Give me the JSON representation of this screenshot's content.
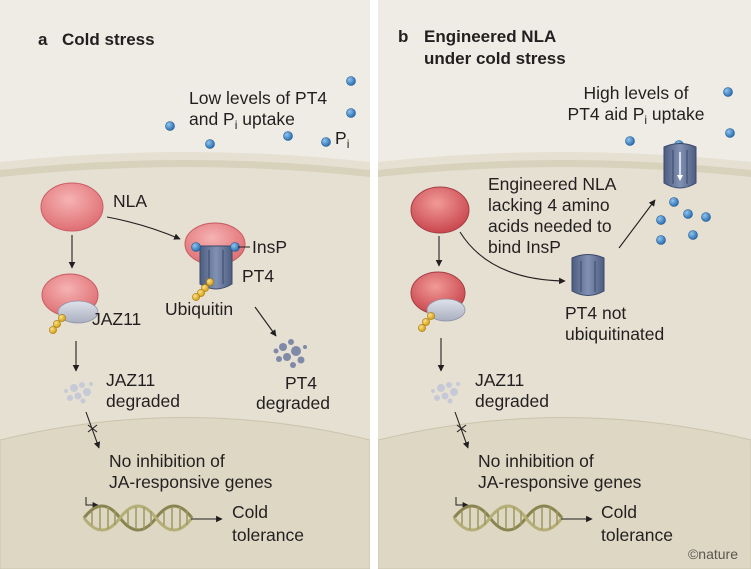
{
  "panel_a": {
    "letter": "a",
    "title": "Cold stress",
    "low_levels_line1": "Low levels of PT4",
    "low_levels_line2_pre": "and P",
    "low_levels_line2_sub": "i",
    "low_levels_line2_post": " uptake",
    "pi_label": "P",
    "pi_sub": "i",
    "nla": "NLA",
    "insp": "InsP",
    "pt4": "PT4",
    "ubiquitin": "Ubiquitin",
    "jaz11": "JAZ11",
    "jaz11_deg_1": "JAZ11",
    "jaz11_deg_2": "degraded",
    "pt4_deg_1": "PT4",
    "pt4_deg_2": "degraded",
    "no_inhib_1": "No inhibition of",
    "no_inhib_2": "JA-responsive genes",
    "cold_1": "Cold",
    "cold_2": "tolerance"
  },
  "panel_b": {
    "letter": "b",
    "title_1": "Engineered NLA",
    "title_2": "under cold stress",
    "high_1": "High levels of",
    "high_2_pre": "PT4 aid P",
    "high_2_sub": "i",
    "high_2_post": " uptake",
    "eng_1": "Engineered NLA",
    "eng_2": "lacking 4 amino",
    "eng_3": "acids needed to",
    "eng_4": "bind InsP",
    "pt4_not_1": "PT4 not",
    "pt4_not_2": "ubiquitinated",
    "jaz11_deg_1": "JAZ11",
    "jaz11_deg_2": "degraded",
    "no_inhib_1": "No inhibition of",
    "no_inhib_2": "JA-responsive genes",
    "cold_1": "Cold",
    "cold_2": "tolerance"
  },
  "credit": "©nature",
  "colors": {
    "background": "#efece5",
    "cell": "#e5e0d2",
    "nla_pink": "#e98a8e",
    "nla_engineered": "#d96a6d",
    "pt4_blue": "#5d6f94",
    "pi_blue": "#3e86c8",
    "ubiquitin": "#e8b932",
    "jaz11": "#c7cad6",
    "dna_green": "#9f9960"
  }
}
